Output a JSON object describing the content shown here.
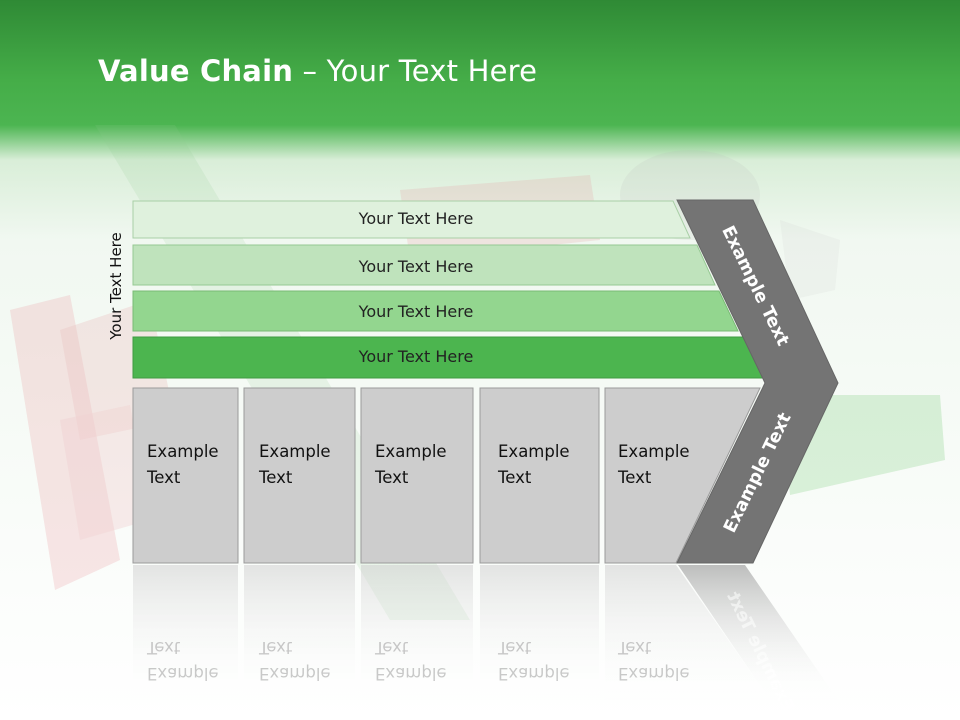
{
  "title": {
    "bold": "Value Chain",
    "rest": " – Your Text Here"
  },
  "side_label": "Your Text Here",
  "rows": [
    {
      "label": "Your Text Here",
      "color": "#dff1dd"
    },
    {
      "label": "Your Text Here",
      "color": "#bfe3bc"
    },
    {
      "label": "Your Text Here",
      "color": "#93d68f"
    },
    {
      "label": "Your Text Here",
      "color": "#4cb54f"
    }
  ],
  "columns": [
    {
      "line1": "Example",
      "line2": "Text"
    },
    {
      "line1": "Example",
      "line2": "Text"
    },
    {
      "line1": "Example",
      "line2": "Text"
    },
    {
      "line1": "Example",
      "line2": "Text"
    },
    {
      "line1": "Example",
      "line2": "Text"
    }
  ],
  "arrow": {
    "upper": "Example Text",
    "lower": "Example Text",
    "color": "#747474"
  },
  "colors": {
    "header_green": "#45ad48",
    "column_fill": "#cdcdcd",
    "column_border": "#9a9a9a"
  }
}
